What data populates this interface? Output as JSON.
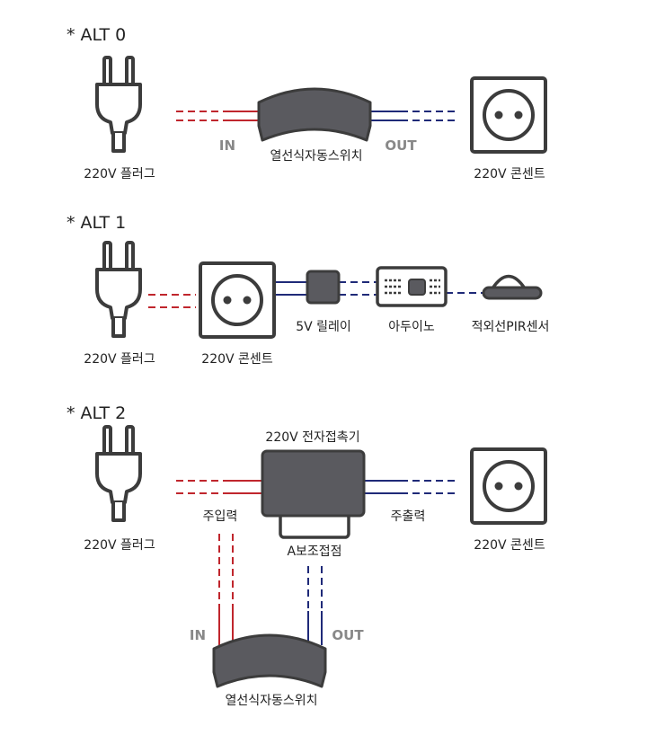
{
  "sections": [
    {
      "heading": "* ALT 0",
      "labels": {
        "plug": "220V 플러그",
        "switch": "열선식자동스위치",
        "outlet": "220V 콘센트",
        "in": "IN",
        "out": "OUT"
      }
    },
    {
      "heading": "* ALT 1",
      "labels": {
        "plug": "220V 플러그",
        "outlet": "220V 콘센트",
        "relay": "5V 릴레이",
        "arduino": "아두이노",
        "pir": "적외선PIR센서"
      }
    },
    {
      "heading": "* ALT 2",
      "labels": {
        "contactor": "220V 전자접촉기",
        "plug": "220V 플러그",
        "main_in": "주입력",
        "main_out": "주출력",
        "aux": "A보조접점",
        "outlet": "220V 콘센트",
        "in": "IN",
        "out": "OUT",
        "switch": "열선식자동스위치"
      }
    }
  ],
  "colors": {
    "live_wire": "#c0262d",
    "neutral_wire": "#1f2a78",
    "device_fill": "#5a5a5f",
    "outline": "#3c3c3c",
    "io_text": "#888888"
  },
  "icons": [
    "plug-icon",
    "outlet-icon",
    "motion-switch-icon",
    "relay-icon",
    "arduino-icon",
    "pir-sensor-icon",
    "contactor-icon"
  ]
}
